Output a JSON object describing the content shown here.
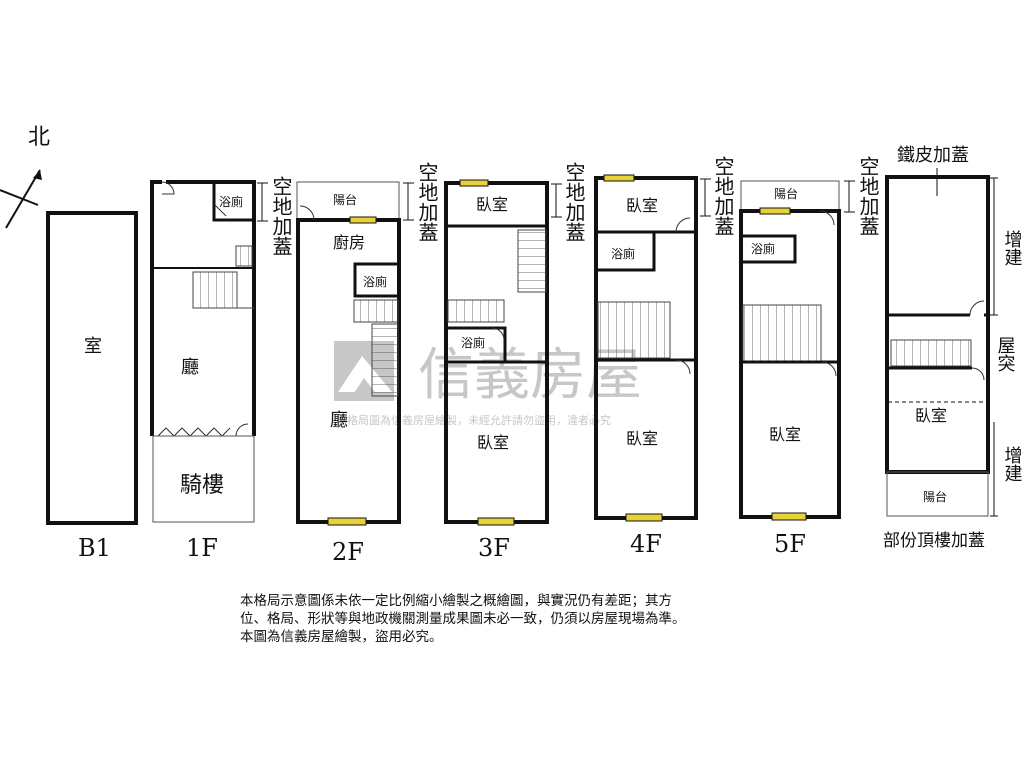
{
  "north_label": "北",
  "floors": {
    "b1": {
      "label": "B1",
      "room": "室"
    },
    "f1": {
      "label": "1F",
      "hall": "廳",
      "toilet": "浴廁",
      "arcade": "騎樓"
    },
    "f2": {
      "label": "2F",
      "balcony": "陽台",
      "kitchen": "廚房",
      "toilet": "浴廁",
      "hall": "廳"
    },
    "f3": {
      "label": "3F",
      "bedroom_top": "臥室",
      "toilet": "浴廁",
      "bedroom": "臥室"
    },
    "f4": {
      "label": "4F",
      "bedroom_top": "臥室",
      "toilet": "浴廁",
      "bedroom": "臥室"
    },
    "f5": {
      "label": "5F",
      "balcony": "陽台",
      "toilet": "浴廁",
      "bedroom": "臥室"
    },
    "roof": {
      "label": "部份頂樓加蓋",
      "iron_addition": "鐵皮加蓋",
      "extension_top": "增建",
      "protrusion": "屋突",
      "bedroom": "臥室",
      "extension_bottom": "增建",
      "balcony": "陽台"
    }
  },
  "airspace_label": "空地加蓋",
  "watermark": {
    "brand": "信義房屋",
    "notice": "本格局圖為信義房屋繪製，未經允許請勿盜用，違者必究"
  },
  "disclaimer": [
    "本格局示意圖係未依一定比例縮小繪製之概繪圖，與實況仍有差距；其方",
    "位、格局、形狀等與地政機關測量成果圖未必一致，仍須以房屋現場為準。",
    "本圖為信義房屋繪製，盜用必究。"
  ],
  "colors": {
    "wall": "#111111",
    "window": "#e8d23a",
    "watermark": "#9a9a9a"
  }
}
